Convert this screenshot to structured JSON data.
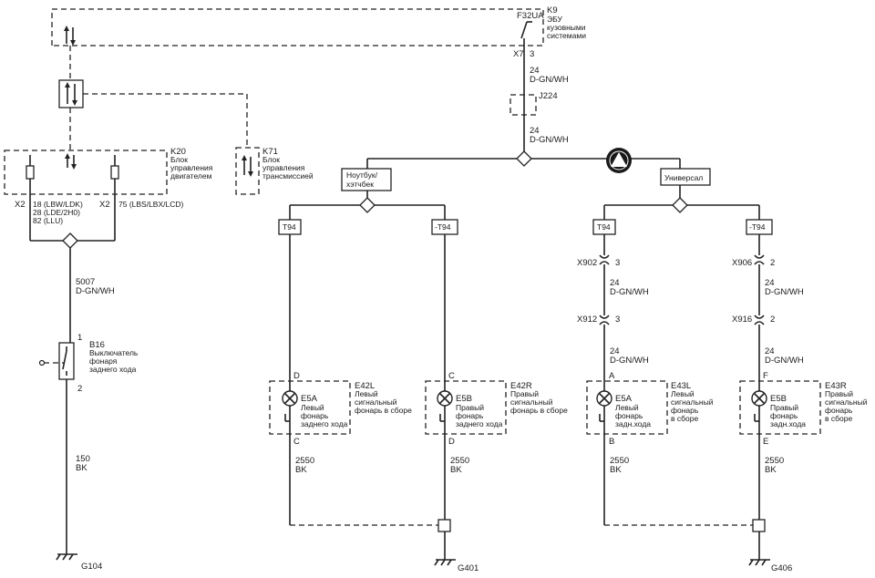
{
  "k9": {
    "conn": "F32UA",
    "ref": "K9",
    "name": [
      "ЭБУ",
      "кузовными",
      "системами"
    ]
  },
  "x7": {
    "id": "X7",
    "pin": "3"
  },
  "wire_24a": {
    "num": "24",
    "color": "D-GN/WH"
  },
  "j224": "J224",
  "wire_24b": {
    "num": "24",
    "color": "D-GN/WH"
  },
  "k20": {
    "ref": "K20",
    "name": [
      "Блок",
      "управления",
      "двигателем"
    ]
  },
  "k71": {
    "ref": "K71",
    "name": [
      "Блок",
      "управления",
      "трансмиссией"
    ]
  },
  "k20_pins": {
    "x2_left": "X2",
    "left_pins": [
      "18 (LBW/LDK)",
      "28 (LDE/2H0)",
      "82 (LLU)"
    ],
    "x2_right": "X2",
    "right_pin": "75 (LBS/LBX/LCD)"
  },
  "wire_5007": {
    "num": "5007",
    "color": "D-GN/WH"
  },
  "b16": {
    "ref": "B16",
    "name": [
      "Выключатель",
      "фонаря",
      "заднего хода"
    ],
    "pin_top": "1",
    "pin_bottom": "2"
  },
  "wire_150": {
    "num": "150",
    "color": "BK"
  },
  "g104": "G104",
  "option_hatch": [
    "Ноутбук/",
    "хэтчбек"
  ],
  "option_wagon": "Универсал",
  "t94": [
    "T94",
    "-T94",
    "T94",
    "-T94"
  ],
  "x902": {
    "id": "X902",
    "pin": "3"
  },
  "x906": {
    "id": "X906",
    "pin": "2"
  },
  "x912": {
    "id": "X912",
    "pin": "3"
  },
  "x916": {
    "id": "X916",
    "pin": "2"
  },
  "wire_24_c1": {
    "num": "24",
    "color": "D-GN/WH"
  },
  "wire_24_c2": {
    "num": "24",
    "color": "D-GN/WH"
  },
  "wire_24_c3": {
    "num": "24",
    "color": "D-GN/WH"
  },
  "wire_24_c4": {
    "num": "24",
    "color": "D-GN/WH"
  },
  "lamps": [
    {
      "pin_top": "D",
      "bulb": "E5A",
      "bulb_name": [
        "Левый",
        "фонарь",
        "заднего хода"
      ],
      "assy_ref": "E42L",
      "assy_name": [
        "Левый",
        "сигнальный",
        "фонарь в сборе"
      ],
      "pin_bottom": "C",
      "wire_num": "2550",
      "wire_color": "BK"
    },
    {
      "pin_top": "C",
      "bulb": "E5B",
      "bulb_name": [
        "Правый",
        "фонарь",
        "заднего хода"
      ],
      "assy_ref": "E42R",
      "assy_name": [
        "Правый",
        "сигнальный",
        "фонарь в сборе"
      ],
      "pin_bottom": "D",
      "wire_num": "2550",
      "wire_color": "BK"
    },
    {
      "pin_top": "A",
      "bulb": "E5A",
      "bulb_name": [
        "Левый",
        "фонарь",
        "задн.хода"
      ],
      "assy_ref": "E43L",
      "assy_name": [
        "Левый",
        "сигнальный",
        "фонарь",
        "в сборе"
      ],
      "pin_bottom": "B",
      "wire_num": "2550",
      "wire_color": "BK"
    },
    {
      "pin_top": "F",
      "bulb": "E5B",
      "bulb_name": [
        "Правый",
        "фонарь",
        "задн.хода"
      ],
      "assy_ref": "E43R",
      "assy_name": [
        "Правый",
        "сигнальный",
        "фонарь",
        "в сборе"
      ],
      "pin_bottom": "E",
      "wire_num": "2550",
      "wire_color": "BK"
    }
  ],
  "g401": "G401",
  "g406": "G406"
}
